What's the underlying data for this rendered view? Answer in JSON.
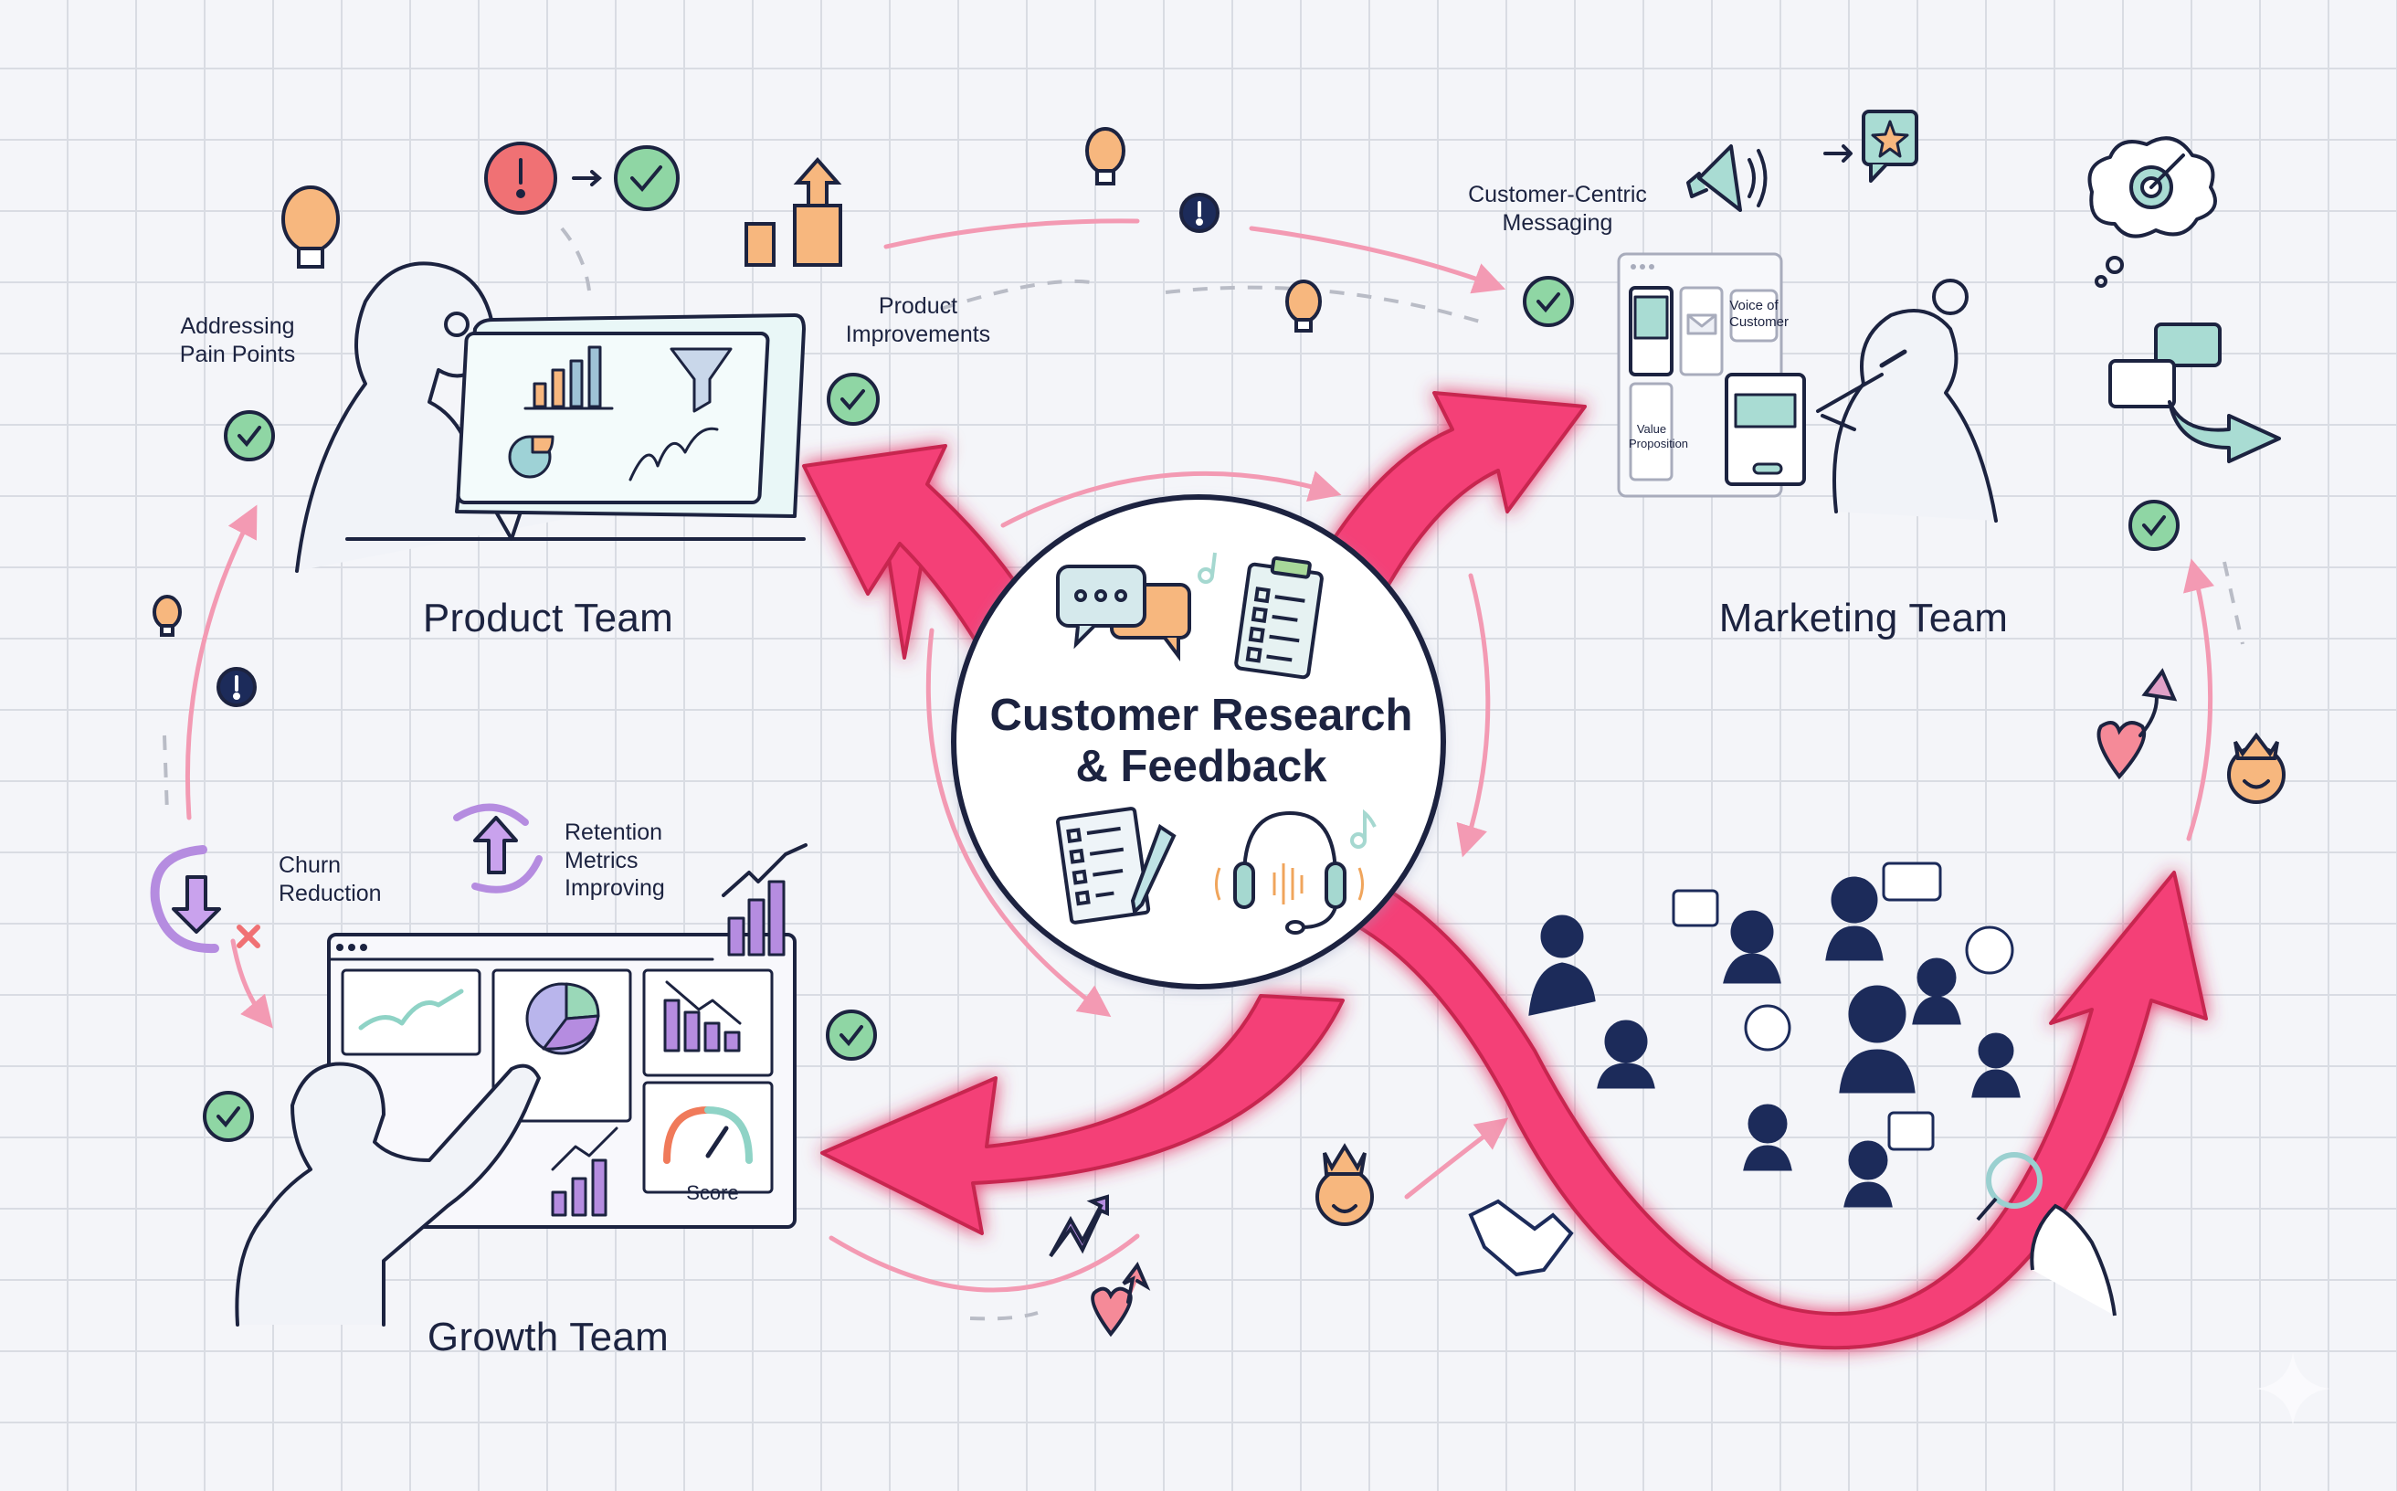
{
  "diagram": {
    "center": {
      "title_line1": "Customer Research",
      "title_line2": "& Feedback",
      "icons": [
        "chat-bubbles-icon",
        "clipboard-checklist-icon",
        "survey-form-icon",
        "headset-icon"
      ]
    },
    "teams": {
      "product": {
        "name": "Product Team",
        "annotations": [
          "Addressing\nPain Points",
          "Product\nImprovements"
        ]
      },
      "marketing": {
        "name": "Marketing Team",
        "annotations": [
          "Customer-Centric\nMessaging"
        ],
        "board_cards": [
          "Voice of\nCustomer",
          "Value\nProposition"
        ]
      },
      "growth": {
        "name": "Growth Team",
        "annotations": [
          "Churn\nReduction",
          "Retention\nMetrics\nImproving"
        ],
        "dashboard_labels": [
          "Score"
        ]
      },
      "customers": {
        "name": "",
        "icons": [
          "customer-avatars-icon",
          "thumbs-up-icon",
          "handshake-icon",
          "magnifier-icon"
        ]
      }
    },
    "colors": {
      "arrow_pink": "#f43f77",
      "flow_pink": "#f39ab3",
      "ink": "#1c2340",
      "check_green": "#8fd6a4",
      "alert_red": "#f07174",
      "bulb_orange": "#f7b77e",
      "teal": "#8fd3c6",
      "purple": "#b58ce0"
    }
  }
}
